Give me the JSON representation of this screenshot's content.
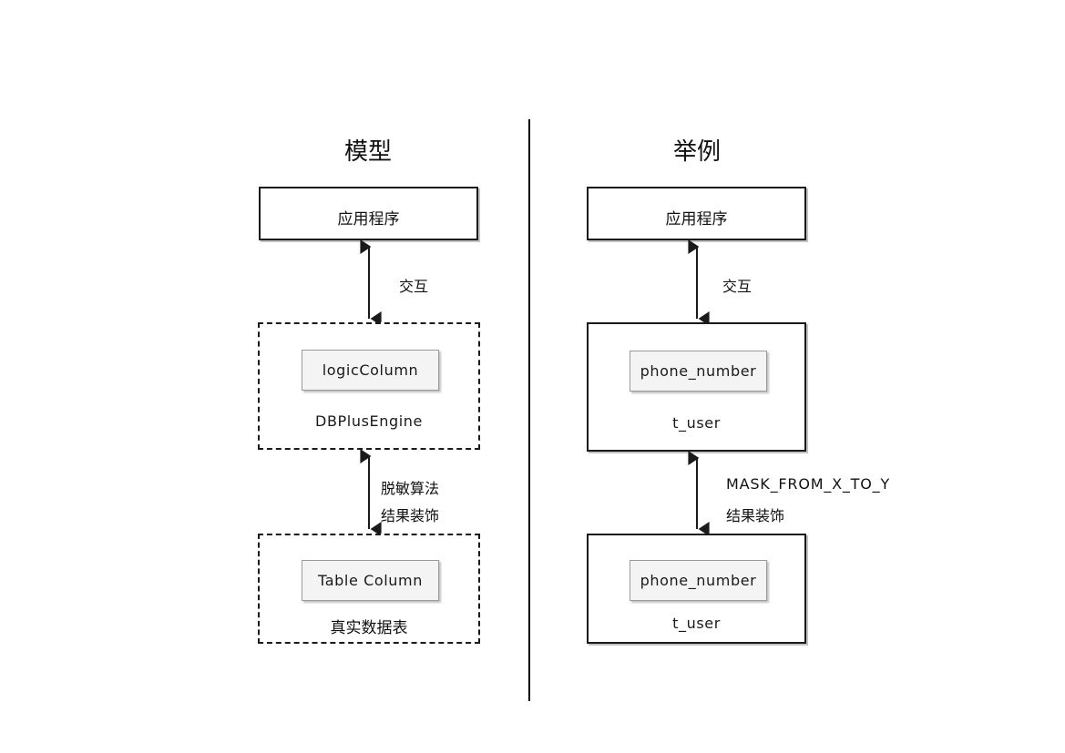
{
  "diagram": {
    "type": "flow-comparison",
    "columns": [
      {
        "id": "model",
        "title": "模型",
        "nodes": [
          {
            "id": "app",
            "label": "应用程序",
            "style": "solid"
          },
          {
            "id": "engine",
            "chip": "logicColumn",
            "caption": "DBPlusEngine",
            "style": "dashed"
          },
          {
            "id": "table",
            "chip": "Table Column",
            "caption": "真实数据表",
            "style": "dashed"
          }
        ],
        "edges": [
          {
            "id": "app-engine",
            "labels": [
              "交互"
            ],
            "arrows": "both"
          },
          {
            "id": "engine-table",
            "labels": [
              "脱敏算法",
              "结果装饰"
            ],
            "arrows": "both"
          }
        ]
      },
      {
        "id": "example",
        "title": "举例",
        "nodes": [
          {
            "id": "app",
            "label": "应用程序",
            "style": "solid"
          },
          {
            "id": "tuser-logic",
            "chip": "phone_number",
            "caption": "t_user",
            "style": "solid"
          },
          {
            "id": "tuser-real",
            "chip": "phone_number",
            "caption": "t_user",
            "style": "solid"
          }
        ],
        "edges": [
          {
            "id": "app-tuser",
            "labels": [
              "交互"
            ],
            "arrows": "both"
          },
          {
            "id": "tuser-tuser",
            "labels": [
              "MASK_FROM_X_TO_Y",
              "结果装饰"
            ],
            "arrows": "both"
          }
        ]
      }
    ],
    "colors": {
      "stroke": "#1a1a1a",
      "chip_fill": "#f4f4f4",
      "chip_stroke": "#9a9a9a",
      "background": "#ffffff"
    }
  }
}
